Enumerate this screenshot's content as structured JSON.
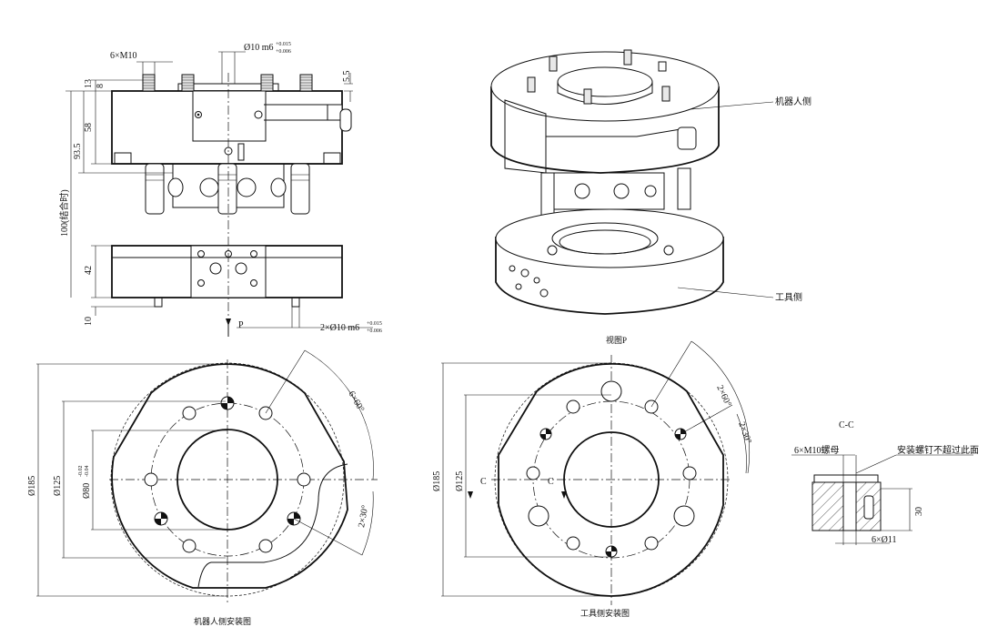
{
  "side_view": {
    "thread_label": "6×M10",
    "pin_label": "Ø10 m6",
    "pin_tol_upper": "+0.015",
    "pin_tol_lower": "+0.006",
    "dim_13": "13",
    "dim_8": "8",
    "dim_5_5": "5.5",
    "dim_58": "58",
    "dim_93_5": "93.5",
    "dim_100": "100(结合时)",
    "dim_42": "42",
    "dim_10": "10",
    "view_arrow": "P",
    "bottom_pin_label": "2×Ø10 m6",
    "bottom_pin_tol_upper": "+0.015",
    "bottom_pin_tol_lower": "+0.006"
  },
  "iso_view": {
    "robot_side_label": "机器人侧",
    "tool_side_label": "工具侧",
    "caption": "视图P"
  },
  "robot_mount": {
    "dia_outer": "Ø185",
    "dia_bolt": "Ø125",
    "dia_bore": "Ø80",
    "bore_tol_upper": "-0.02",
    "bore_tol_lower": "-0.04",
    "angle_6x60": "6×60°",
    "angle_2x30": "2×30°",
    "caption": "机器人侧安装图"
  },
  "tool_mount": {
    "dia_outer": "Ø185",
    "dia_bolt": "Ø125",
    "section_mark_left": "C",
    "section_mark_right": "C",
    "angle_2x60": "2×60°",
    "angle_2x30": "2×30°",
    "caption": "工具侧安装图"
  },
  "section_cc": {
    "title": "C-C",
    "nut_label": "6×M10螺母",
    "note": "安装螺钉不超过此面",
    "dim_30": "30",
    "hole_label": "6×Ø11"
  }
}
